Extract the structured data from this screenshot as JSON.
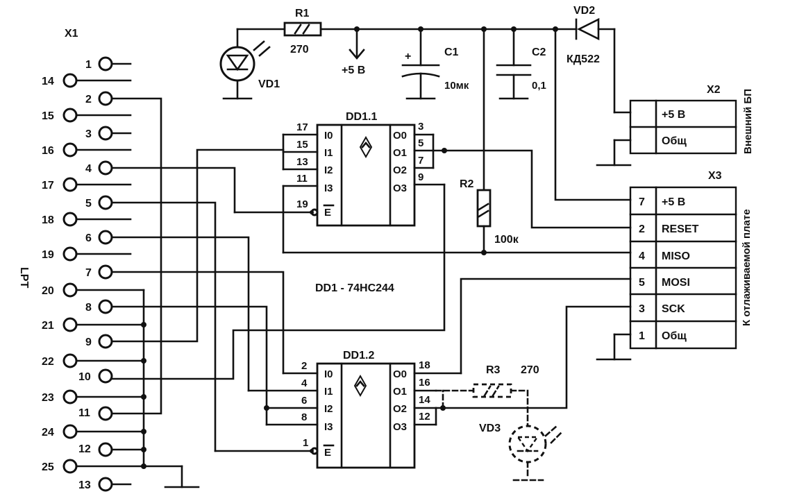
{
  "connectors": {
    "x1": {
      "label": "X1",
      "side_label": "LPT",
      "pins_right": [
        "1",
        "2",
        "3",
        "4",
        "5",
        "6",
        "7",
        "8",
        "9",
        "10",
        "11",
        "12",
        "13"
      ],
      "pins_left": [
        "14",
        "15",
        "16",
        "17",
        "18",
        "19",
        "20",
        "21",
        "22",
        "23",
        "24",
        "25"
      ]
    },
    "x2": {
      "label": "X2",
      "side_label": "Внешний БП",
      "rows": [
        {
          "num": "",
          "name": "+5 В"
        },
        {
          "num": "",
          "name": "Общ"
        }
      ]
    },
    "x3": {
      "label": "X3",
      "side_label": "К отлаживаемой плате",
      "rows": [
        {
          "num": "7",
          "name": "+5 В"
        },
        {
          "num": "2",
          "name": "RESET"
        },
        {
          "num": "4",
          "name": "MISO"
        },
        {
          "num": "5",
          "name": "MOSI"
        },
        {
          "num": "3",
          "name": "SCK"
        },
        {
          "num": "1",
          "name": "Общ"
        }
      ]
    }
  },
  "chips": {
    "dd1_1": {
      "label": "DD1.1",
      "inputs": [
        "I0",
        "I1",
        "I2",
        "I3"
      ],
      "enable": "E",
      "outputs": [
        "O0",
        "O1",
        "O2",
        "O3"
      ],
      "in_pins": [
        "17",
        "15",
        "13",
        "11"
      ],
      "enable_pin": "19",
      "out_pins": [
        "3",
        "5",
        "7",
        "9"
      ]
    },
    "dd1_2": {
      "label": "DD1.2",
      "inputs": [
        "I0",
        "I1",
        "I2",
        "I3"
      ],
      "enable": "E",
      "outputs": [
        "O0",
        "O1",
        "O2",
        "O3"
      ],
      "in_pins": [
        "2",
        "4",
        "6",
        "8"
      ],
      "enable_pin": "1",
      "out_pins": [
        "18",
        "16",
        "14",
        "12"
      ]
    },
    "note": "DD1 - 74HC244"
  },
  "components": {
    "r1": {
      "label": "R1",
      "value": "270"
    },
    "r2": {
      "label": "R2",
      "value": "100к"
    },
    "r3": {
      "label": "R3",
      "value": "270"
    },
    "c1": {
      "label": "C1",
      "value": "10мк"
    },
    "c2": {
      "label": "C2",
      "value": "0,1"
    },
    "vd1": {
      "label": "VD1"
    },
    "vd2": {
      "label": "VD2",
      "value": "КД522"
    },
    "vd3": {
      "label": "VD3"
    },
    "power": {
      "label": "+5 В"
    },
    "c1_polarity": "+"
  }
}
